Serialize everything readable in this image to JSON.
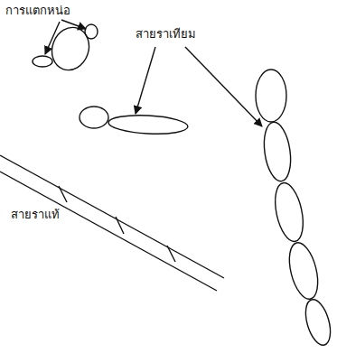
{
  "diagram": {
    "labels": [
      "การแตกหน่อ",
      "สายราเทียม",
      "สายราแท้"
    ]
  }
}
